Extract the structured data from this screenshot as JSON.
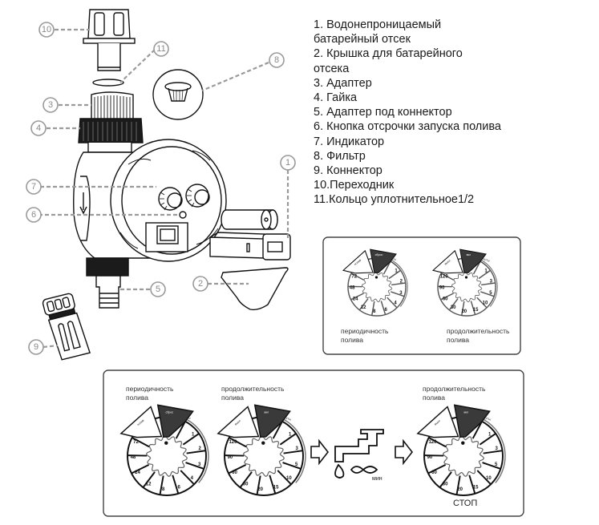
{
  "legend": {
    "items": [
      "1. Водонепроницаемый",
      "батарейный отсек",
      "2. Крышка для батарейного",
      "отсека",
      "3. Адаптер",
      "4. Гайка",
      "5. Адаптер под коннектор",
      "6. Кнопка отсрочки запуска полива",
      "7. Индикатор",
      "8. Фильтр",
      "9. Коннектор",
      "10.Переходник",
      "11.Кольцо уплотнительное1/2"
    ]
  },
  "callouts": [
    "10",
    "11",
    "8",
    "3",
    "4",
    "7",
    "6",
    "1",
    "2",
    "5",
    "9"
  ],
  "dials": {
    "frequency": {
      "label_line1": "периодичность",
      "label_line2": "полива",
      "numbers": [
        "1",
        "2",
        "3",
        "4",
        "6",
        "8",
        "12",
        "24",
        "48",
        "72"
      ],
      "dark_tab": "сброс",
      "white_tab": "полив",
      "arc_text": "часы"
    },
    "duration": {
      "label_line1": "продолжительность",
      "label_line2": "полива",
      "numbers": [
        "1",
        "3",
        "5",
        "10",
        "15",
        "20",
        "30",
        "60",
        "90",
        "120"
      ],
      "dark_tab": "вкл",
      "white_tab": "выкл",
      "arc_text": "минуты"
    }
  },
  "bottom_panel": {
    "unit_label": "мин",
    "stop_label": "СТОП"
  },
  "colors": {
    "line": "#111111",
    "dashed": "#9a9a9a",
    "panel_border": "#444444",
    "dark_tab": "#3a3a3a"
  }
}
